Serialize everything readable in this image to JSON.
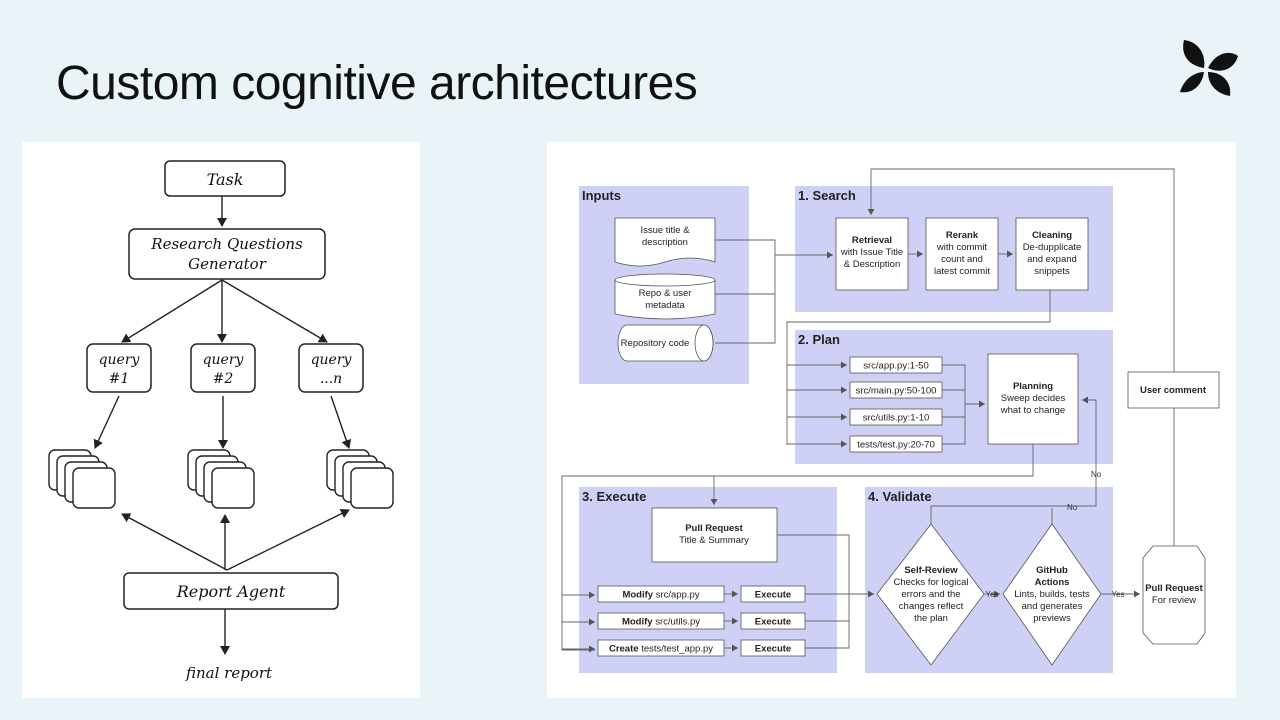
{
  "page": {
    "title": "Custom cognitive architectures"
  },
  "left_diagram": {
    "task": "Task",
    "generator_line1": "Research Questions",
    "generator_line2": "Generator",
    "queries": [
      {
        "line1": "query",
        "line2": "#1"
      },
      {
        "line1": "query",
        "line2": "#2"
      },
      {
        "line1": "query",
        "line2": "...n"
      }
    ],
    "report_agent": "Report Agent",
    "final_report": "final report"
  },
  "right_diagram": {
    "inputs": {
      "title": "Inputs",
      "issue_line1": "Issue title &",
      "issue_line2": "description",
      "repo_line1": "Repo & user",
      "repo_line2": "metadata",
      "code": "Repository code"
    },
    "search": {
      "title": "1. Search",
      "retrieval": {
        "title": "Retrieval",
        "l1": "with Issue Title",
        "l2": "& Description"
      },
      "rerank": {
        "title": "Rerank",
        "l1": "with commit",
        "l2": "count and",
        "l3": "latest commit"
      },
      "cleaning": {
        "title": "Cleaning",
        "l1": "De-dupplicate",
        "l2": "and expand",
        "l3": "snippets"
      }
    },
    "plan": {
      "title": "2. Plan",
      "files": [
        "src/app.py:1-50",
        "src/main.py:50-100",
        "src/utils.py:1-10",
        "tests/test.py:20-70"
      ],
      "planning": {
        "title": "Planning",
        "l1": "Sweep decides",
        "l2": "what to change"
      }
    },
    "user_comment": "User comment",
    "no_label": "No",
    "yes_label": "Yes",
    "execute": {
      "title": "3. Execute",
      "pr_title": "Pull Request",
      "pr_sub": "Title & Summary",
      "rows": [
        {
          "verb": "Modify",
          "file": "src/app.py",
          "action": "Execute"
        },
        {
          "verb": "Modify",
          "file": "src/utils.py",
          "action": "Execute"
        },
        {
          "verb": "Create",
          "file": "tests/test_app.py",
          "action": "Execute"
        }
      ]
    },
    "validate": {
      "title": "4. Validate",
      "self_review": {
        "title": "Self-Review",
        "l1": "Checks for logical",
        "l2": "errors and the",
        "l3": "changes reflect",
        "l4": "the plan"
      },
      "github": {
        "t1": "GitHub",
        "t2": "Actions",
        "l1": "Lints, builds, tests",
        "l2": "and generates",
        "l3": "previews"
      }
    },
    "final_pr": {
      "title": "Pull Request",
      "sub": "For review"
    }
  }
}
